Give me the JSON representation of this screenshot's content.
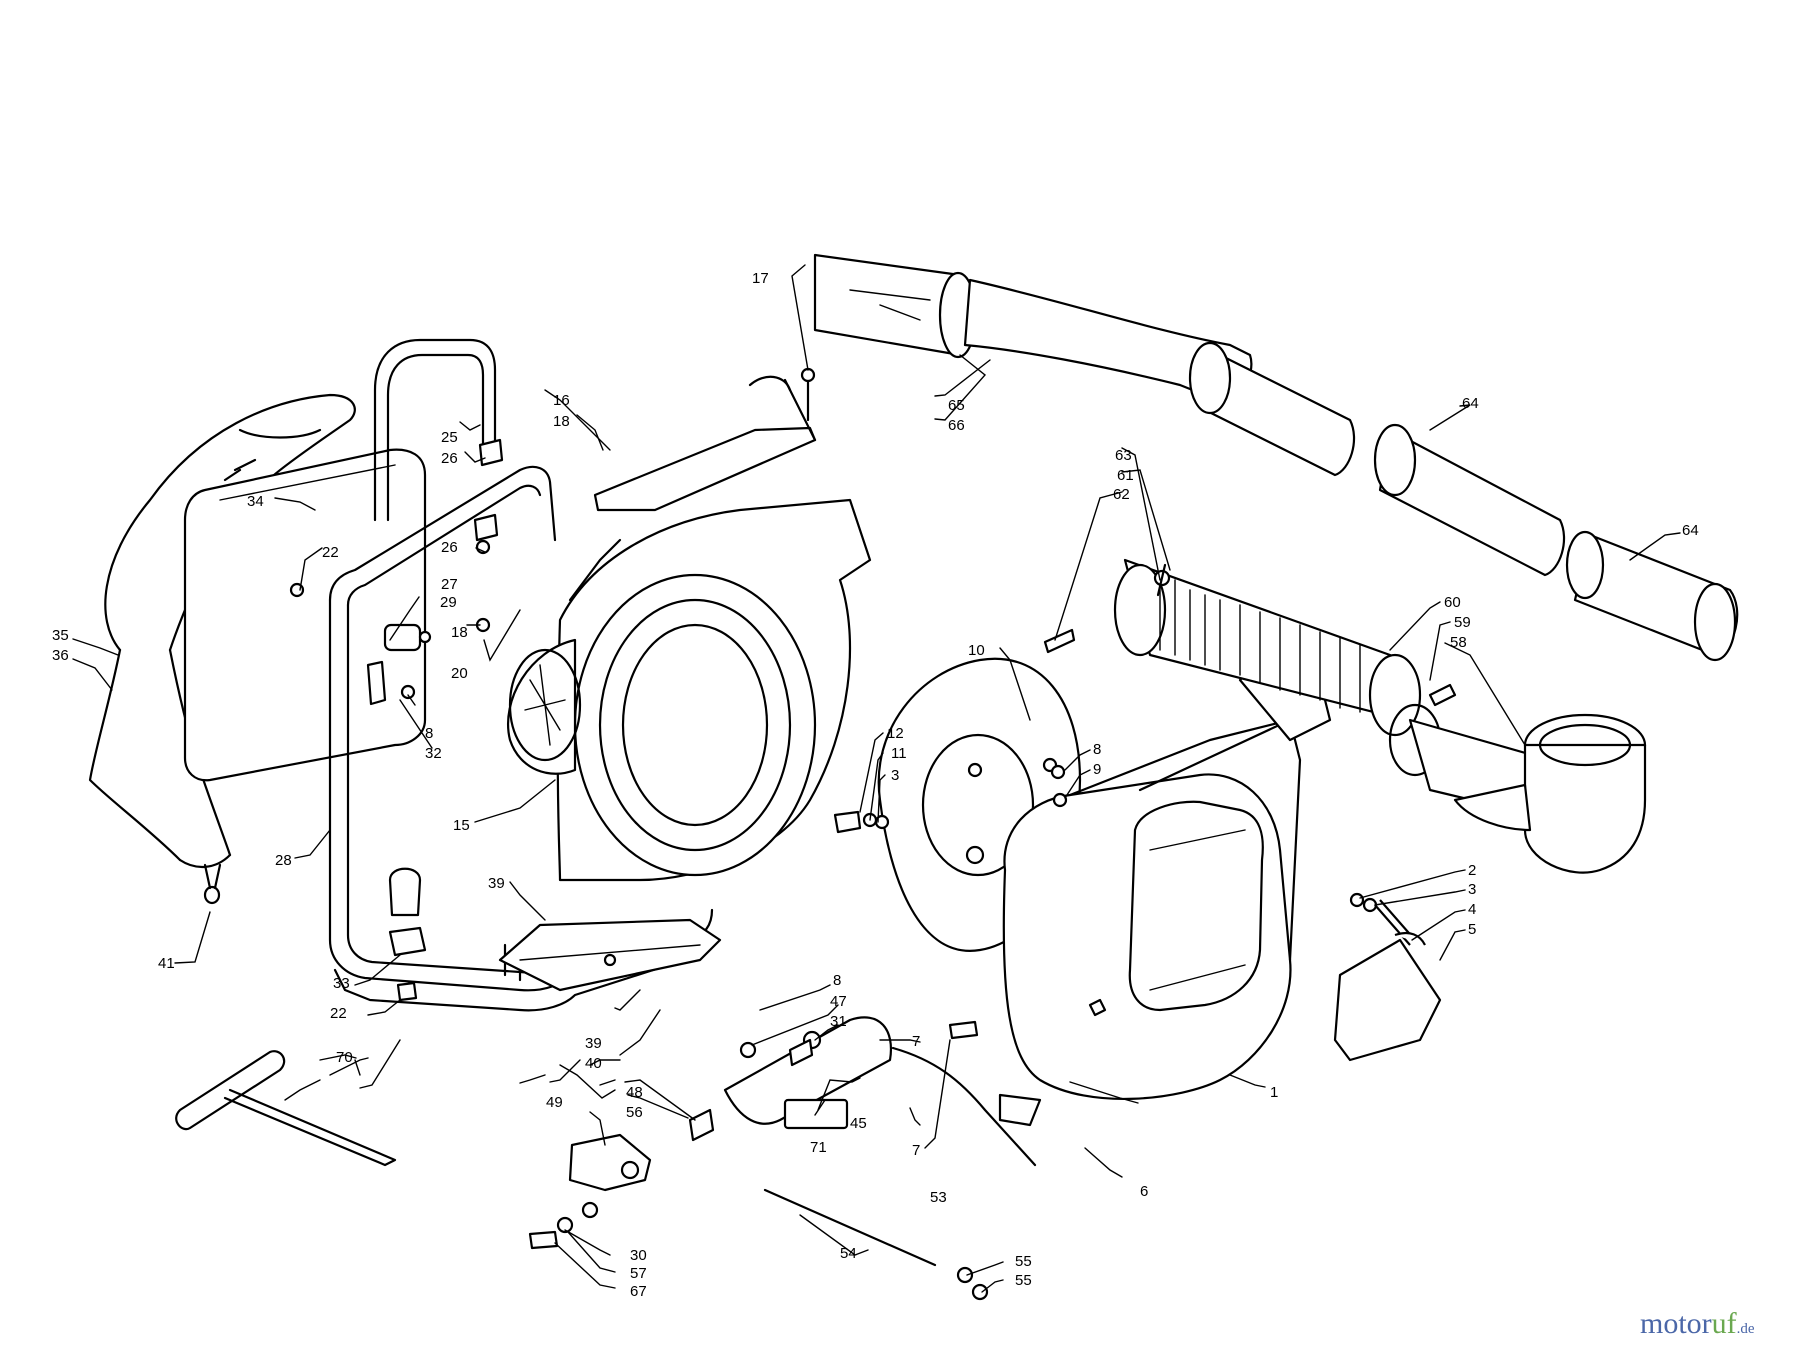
{
  "callouts": [
    {
      "id": "c17",
      "text": "17"
    },
    {
      "id": "c16",
      "text": "16"
    },
    {
      "id": "c18a",
      "text": "18"
    },
    {
      "id": "c25",
      "text": "25"
    },
    {
      "id": "c26a",
      "text": "26"
    },
    {
      "id": "c26b",
      "text": "26"
    },
    {
      "id": "c34",
      "text": "34"
    },
    {
      "id": "c22a",
      "text": "22"
    },
    {
      "id": "c27",
      "text": "27"
    },
    {
      "id": "c29",
      "text": "29"
    },
    {
      "id": "c18b",
      "text": "18"
    },
    {
      "id": "c20",
      "text": "20"
    },
    {
      "id": "c35",
      "text": "35"
    },
    {
      "id": "c36",
      "text": "36"
    },
    {
      "id": "c8a",
      "text": "8"
    },
    {
      "id": "c32",
      "text": "32"
    },
    {
      "id": "c15",
      "text": "15"
    },
    {
      "id": "c28",
      "text": "28"
    },
    {
      "id": "c39a",
      "text": "39"
    },
    {
      "id": "c33",
      "text": "33"
    },
    {
      "id": "c22b",
      "text": "22"
    },
    {
      "id": "c41",
      "text": "41"
    },
    {
      "id": "c39b",
      "text": "39"
    },
    {
      "id": "c40",
      "text": "40"
    },
    {
      "id": "c70",
      "text": "70"
    },
    {
      "id": "c65",
      "text": "65"
    },
    {
      "id": "c66",
      "text": "66"
    },
    {
      "id": "c64a",
      "text": "64"
    },
    {
      "id": "c64b",
      "text": "64"
    },
    {
      "id": "c63",
      "text": "63"
    },
    {
      "id": "c61",
      "text": "61"
    },
    {
      "id": "c62",
      "text": "62"
    },
    {
      "id": "c60",
      "text": "60"
    },
    {
      "id": "c59",
      "text": "59"
    },
    {
      "id": "c58",
      "text": "58"
    },
    {
      "id": "c10",
      "text": "10"
    },
    {
      "id": "c12",
      "text": "12"
    },
    {
      "id": "c11",
      "text": "11"
    },
    {
      "id": "c3a",
      "text": "3"
    },
    {
      "id": "c8b",
      "text": "8"
    },
    {
      "id": "c9",
      "text": "9"
    },
    {
      "id": "c2",
      "text": "2"
    },
    {
      "id": "c3b",
      "text": "3"
    },
    {
      "id": "c4",
      "text": "4"
    },
    {
      "id": "c5",
      "text": "5"
    },
    {
      "id": "c8c",
      "text": "8"
    },
    {
      "id": "c47",
      "text": "47"
    },
    {
      "id": "c31",
      "text": "31"
    },
    {
      "id": "c7a",
      "text": "7"
    },
    {
      "id": "c48",
      "text": "48"
    },
    {
      "id": "c49",
      "text": "49"
    },
    {
      "id": "c56",
      "text": "56"
    },
    {
      "id": "c45",
      "text": "45"
    },
    {
      "id": "c71",
      "text": "71"
    },
    {
      "id": "c7b",
      "text": "7"
    },
    {
      "id": "c53",
      "text": "53"
    },
    {
      "id": "c1",
      "text": "1"
    },
    {
      "id": "c6",
      "text": "6"
    },
    {
      "id": "c30",
      "text": "30"
    },
    {
      "id": "c57",
      "text": "57"
    },
    {
      "id": "c67",
      "text": "67"
    },
    {
      "id": "c54",
      "text": "54"
    },
    {
      "id": "c55a",
      "text": "55"
    },
    {
      "id": "c55b",
      "text": "55"
    }
  ],
  "watermark": {
    "brand": "motor",
    "accent": "uf",
    "suffix": ".de"
  },
  "colors": {
    "ink": "#000000",
    "watermark_blue": "#4b67a8",
    "watermark_green": "#6aa84f"
  }
}
